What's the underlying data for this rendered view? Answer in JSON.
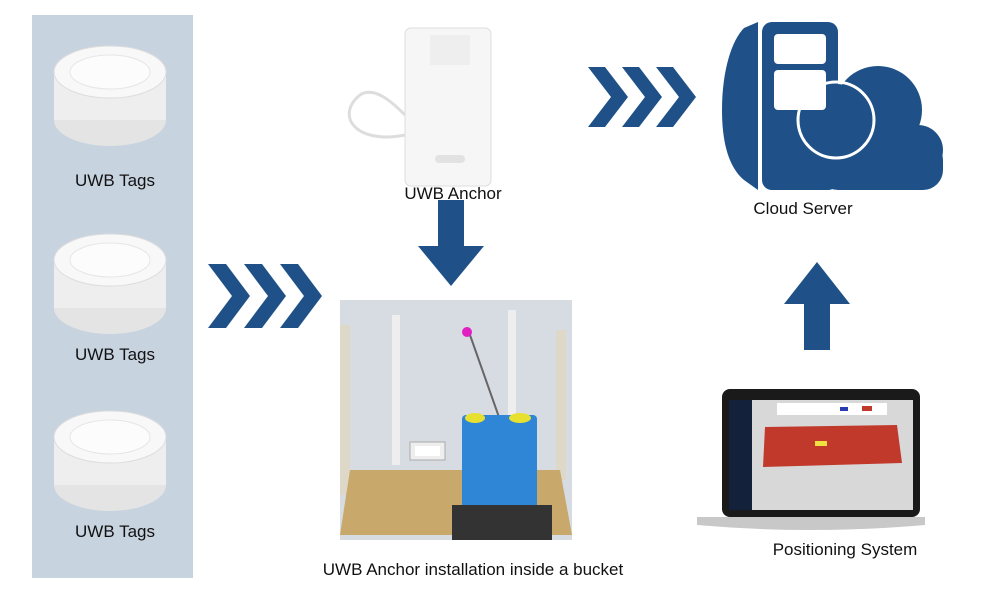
{
  "colors": {
    "accent": "#1f5188",
    "panel": "#c8d3e0",
    "map_red": "#c0392b"
  },
  "tags": [
    {
      "label": "UWB Tags"
    },
    {
      "label": "UWB Tags"
    },
    {
      "label": "UWB Tags"
    }
  ],
  "anchor": {
    "label": "UWB Anchor"
  },
  "installation": {
    "caption": "UWB Anchor installation inside a bucket"
  },
  "cloud": {
    "label": "Cloud Server"
  },
  "positioning": {
    "label": "Positioning System"
  }
}
